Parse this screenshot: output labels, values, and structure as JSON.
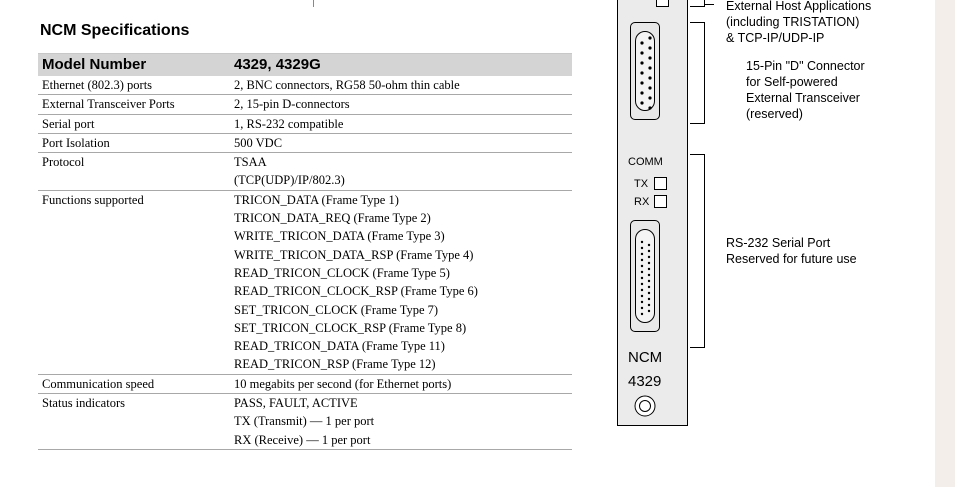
{
  "title": "NCM Specifications",
  "table": {
    "header": {
      "label": "Model Number",
      "value": "4329, 4329G"
    },
    "rows": [
      {
        "label": "Ethernet (802.3) ports",
        "values": [
          "2, BNC connectors, RG58 50-ohm thin cable"
        ]
      },
      {
        "label": "External Transceiver Ports",
        "values": [
          "2, 15-pin D-connectors"
        ]
      },
      {
        "label": "Serial port",
        "values": [
          "1, RS-232 compatible"
        ]
      },
      {
        "label": "Port Isolation",
        "values": [
          "500 VDC"
        ]
      },
      {
        "label": "Protocol",
        "values": [
          "TSAA",
          "(TCP(UDP)/IP/802.3)"
        ]
      },
      {
        "label": "Functions supported",
        "values": [
          "TRICON_DATA  (Frame Type 1)",
          "TRICON_DATA_REQ  (Frame Type 2)",
          "WRITE_TRICON_DATA  (Frame Type 3)",
          "WRITE_TRICON_DATA_RSP  (Frame Type 4)",
          "READ_TRICON_CLOCK  (Frame Type 5)",
          "READ_TRICON_CLOCK_RSP  (Frame Type 6)",
          "SET_TRICON_CLOCK  (Frame Type 7)",
          "SET_TRICON_CLOCK_RSP  (Frame Type 8)",
          "READ_TRICON_DATA  (Frame Type 11)",
          "READ_TRICON_RSP  (Frame Type 12)"
        ]
      },
      {
        "label": "Communication speed",
        "values": [
          "10 megabits per second (for Ethernet ports)"
        ]
      },
      {
        "label": "Status indicators",
        "values": [
          "PASS, FAULT, ACTIVE",
          "TX (Transmit) — 1 per port",
          "RX (Receive) — 1 per port"
        ]
      }
    ]
  },
  "panel": {
    "comm": "COMM",
    "tx": "TX",
    "rx": "RX",
    "model_line1": "NCM",
    "model_line2": "4329"
  },
  "annotations": {
    "host_line1": "External Host Applications",
    "host_line2": "(including TRISTATION)",
    "host_line3": "& TCP-IP/UDP-IP",
    "dconn_line1": "15-Pin \"D\" Connector",
    "dconn_line2": "for Self-powered",
    "dconn_line3": "External Transceiver",
    "dconn_line4": "(reserved)",
    "serial_line1": "RS-232 Serial Port",
    "serial_line2": "Reserved for future use"
  }
}
